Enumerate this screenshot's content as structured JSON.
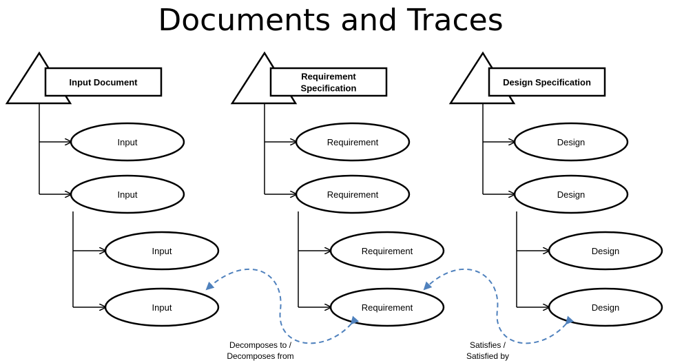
{
  "title": "Documents and Traces",
  "colors": {
    "trace": "#4f81bd",
    "outline": "#000000"
  },
  "documents": [
    {
      "label_lines": [
        "Input Document"
      ],
      "nodes": [
        "Input",
        "Input",
        "Input",
        "Input"
      ]
    },
    {
      "label_lines": [
        "Requirement",
        "Specification"
      ],
      "nodes": [
        "Requirement",
        "Requirement",
        "Requirement",
        "Requirement"
      ]
    },
    {
      "label_lines": [
        "Design Specification"
      ],
      "nodes": [
        "Design",
        "Design",
        "Design",
        "Design"
      ]
    }
  ],
  "traces": [
    {
      "label_lines": [
        "Decomposes to /",
        "Decomposes from"
      ]
    },
    {
      "label_lines": [
        "Satisfies /",
        "Satisfied by"
      ]
    }
  ]
}
